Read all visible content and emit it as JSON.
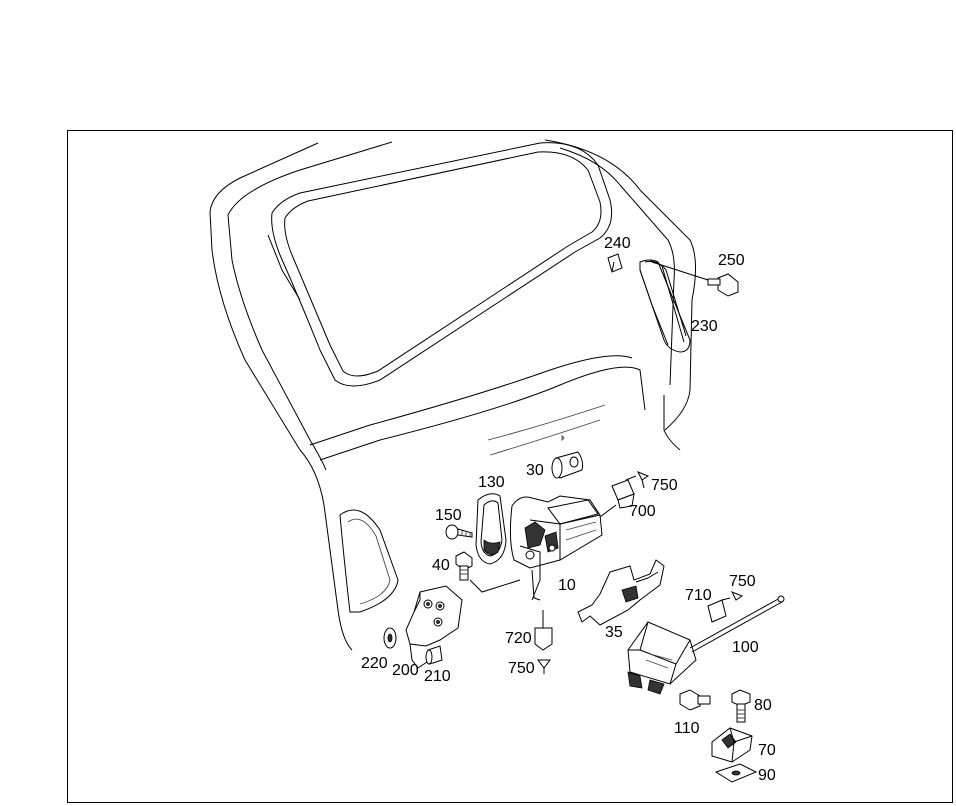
{
  "callouts": {
    "c240": "240",
    "c250": "250",
    "c230": "230",
    "c30": "30",
    "c130": "130",
    "c750a": "750",
    "c700": "700",
    "c150": "150",
    "c40": "40",
    "c10": "10",
    "c710": "710",
    "c750b": "750",
    "c35": "35",
    "c720": "720",
    "c750c": "750",
    "c100": "100",
    "c220": "220",
    "c200": "200",
    "c210": "210",
    "c110": "110",
    "c80": "80",
    "c70": "70",
    "c90": "90"
  },
  "colors": {
    "line": "#000000",
    "background": "#ffffff"
  }
}
